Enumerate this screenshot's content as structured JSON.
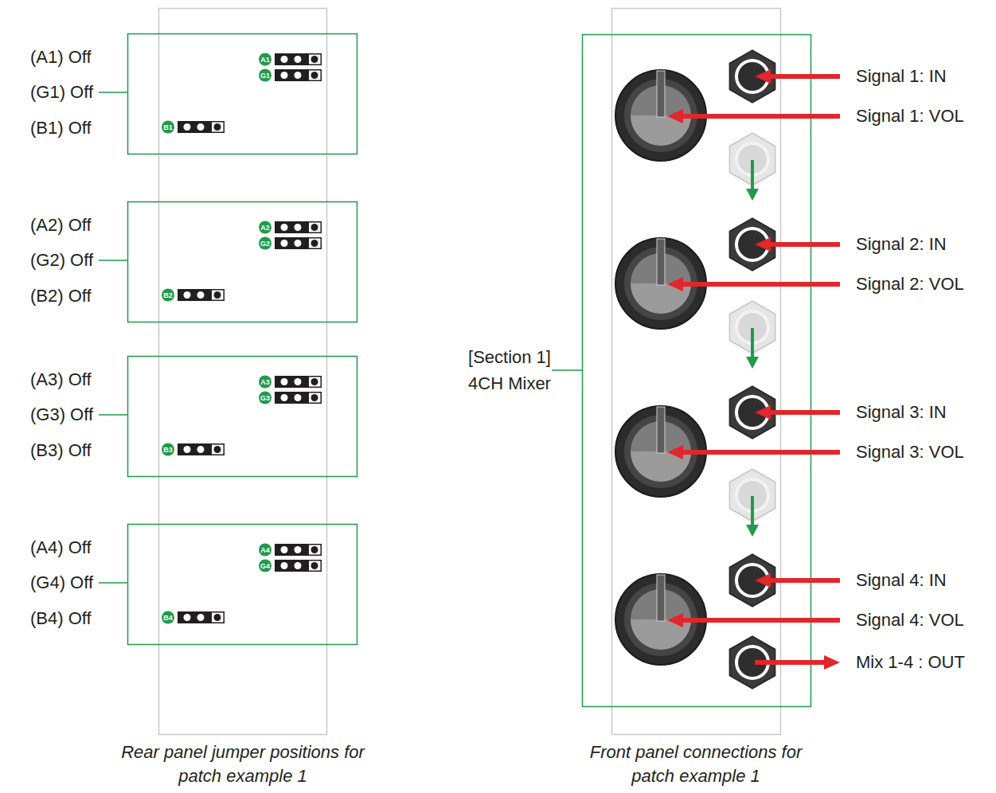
{
  "diagram": {
    "labels": [
      "(A1) Off",
      "(G1) Off",
      "(B1) Off",
      "A1",
      "G1",
      "B1",
      "(A2) Off",
      "(G2) Off",
      "(B2) Off",
      "A2",
      "G2",
      "B2",
      "(A3) Off",
      "(G3) Off",
      "(B3) Off",
      "A3",
      "G3",
      "B3",
      "(A4) Off",
      "(G4) Off",
      "(B4) Off",
      "A4",
      "G4",
      "B4",
      "[Section 1] 4CH Mixer",
      "Signal 1: IN",
      "Signal 1: VOL",
      "Signal 2: IN",
      "Signal 2: VOL",
      "Signal 3: IN",
      "Signal 3: VOL",
      "Signal 4: IN",
      "Signal 4: VOL",
      "Mix 1-4 : OUT",
      "Rear panel jumper positions for patch example 1",
      "Front panel connections for patch example 1"
    ]
  }
}
